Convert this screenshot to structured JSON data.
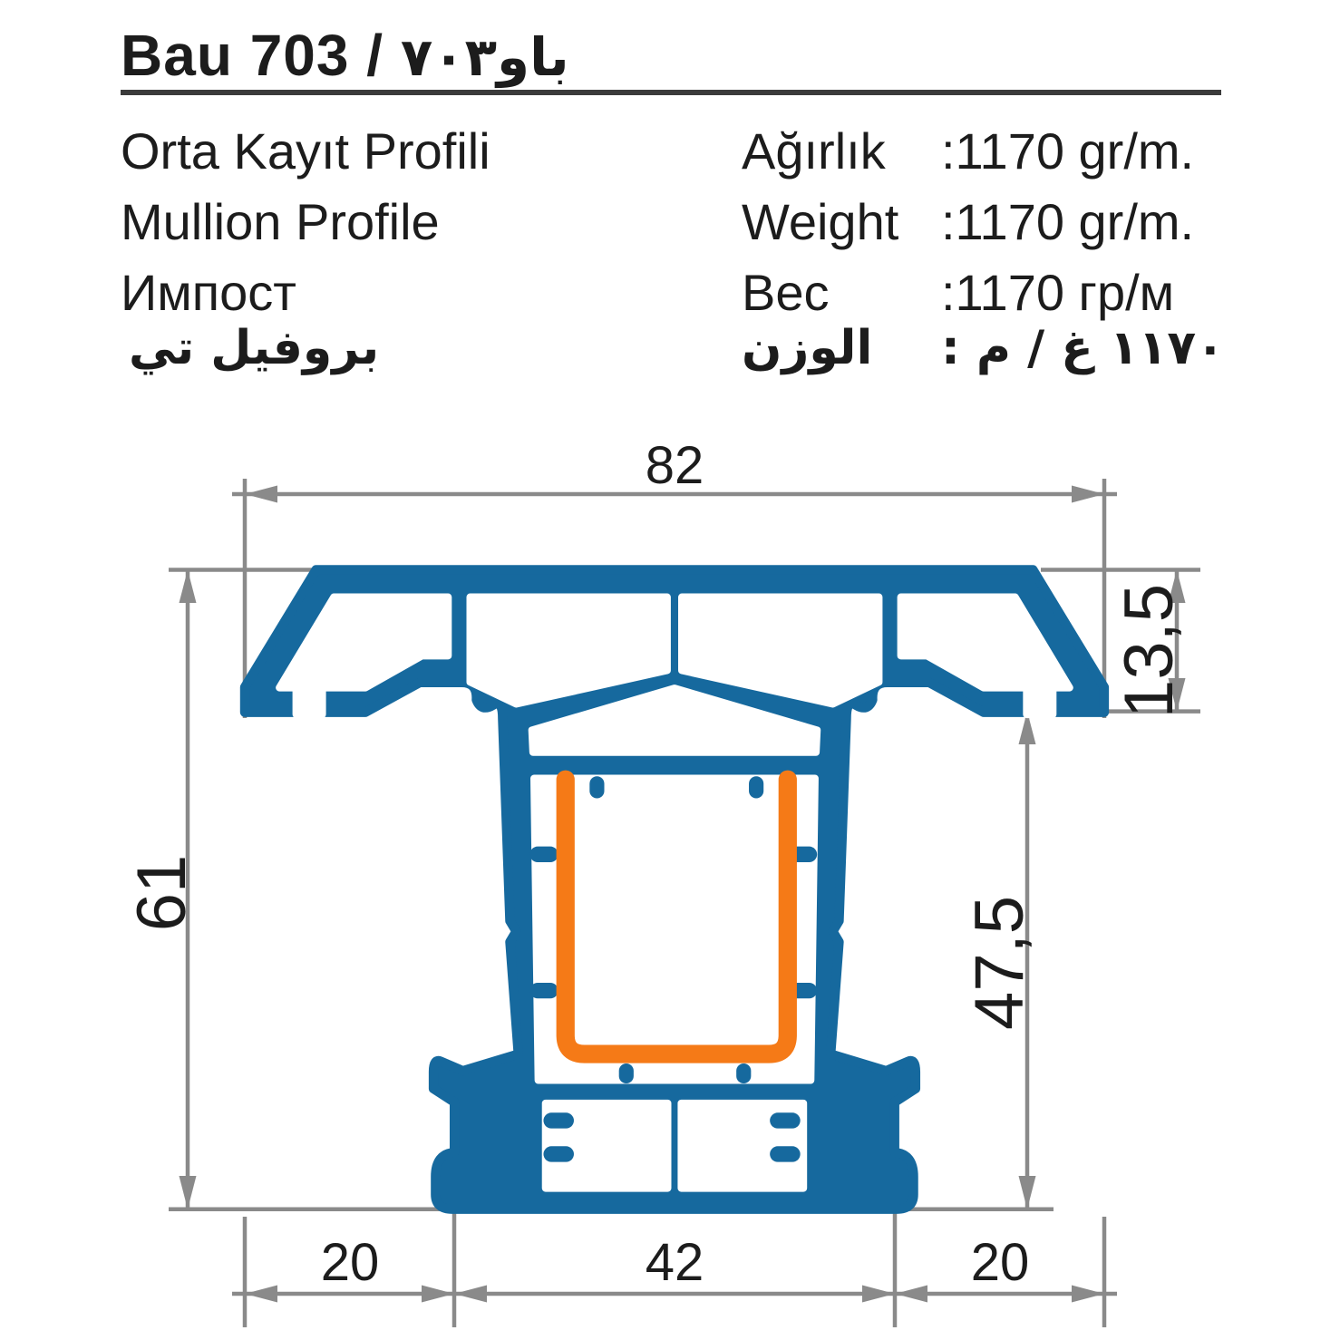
{
  "header": {
    "title": {
      "latin": "Bau 703 /",
      "arabic": "باو٧٠٣"
    },
    "product_names": {
      "turkish": "Orta Kayıt Profili",
      "english": "Mullion Profile",
      "russian": "Импост",
      "arabic": "بروفيل تي"
    },
    "weight_rows": [
      {
        "label": "Ağırlık",
        "value": ":1170 gr/m."
      },
      {
        "label": "Weight",
        "value": ":1170 gr/m."
      },
      {
        "label": "Вес",
        "value": ":1170 гр/м"
      },
      {
        "label": "الوزن",
        "value": "١١٧٠ غ / م :"
      }
    ]
  },
  "drawing": {
    "type": "profile-cross-section",
    "dimensions": {
      "overall_width": "82",
      "cap_height": "13,5",
      "total_height": "61",
      "body_height": "47,5",
      "bottom_left": "20",
      "bottom_center": "42",
      "bottom_right": "20"
    },
    "colors": {
      "profile_blue": "#16699e",
      "steel_reinforcement_orange": "#f57a17",
      "dimension_gray": "#8a8a8a",
      "text_black": "#1c1c1c"
    }
  }
}
